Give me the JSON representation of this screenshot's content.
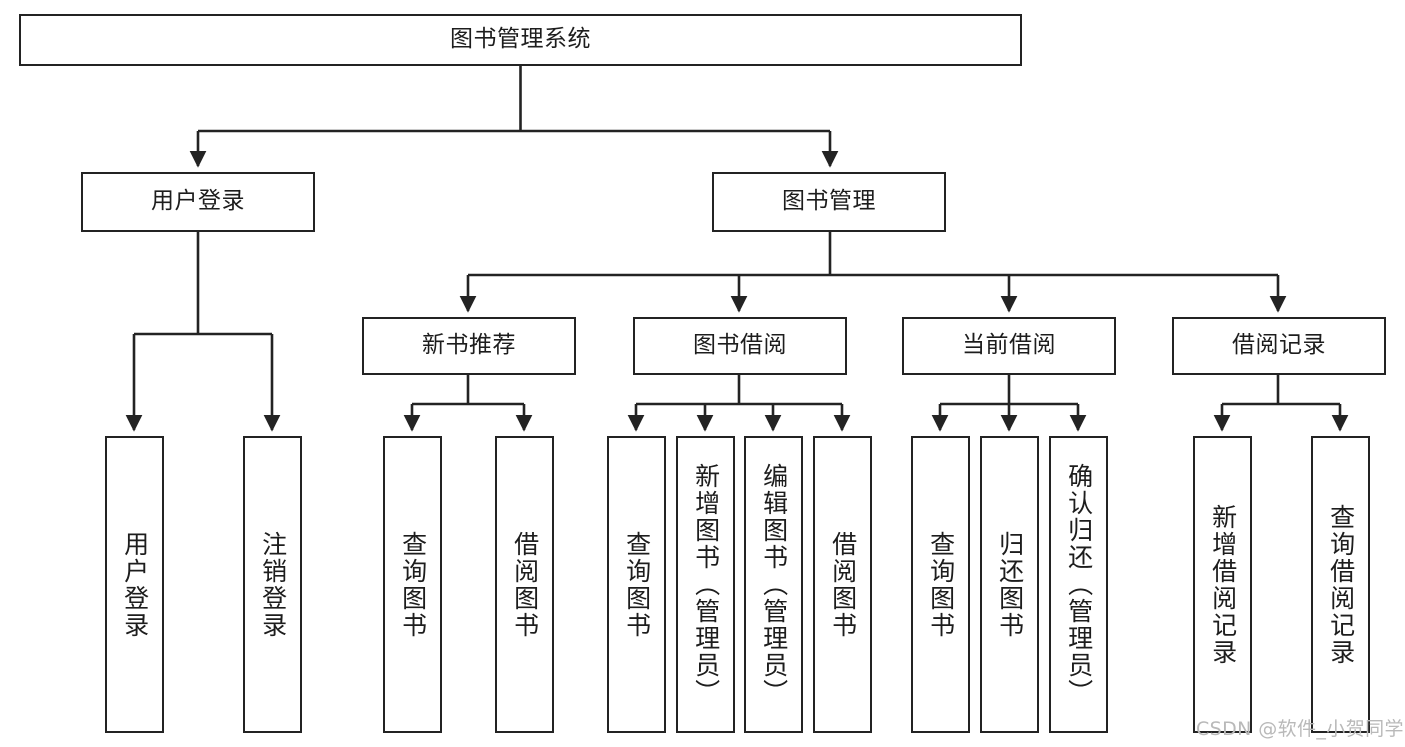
{
  "diagram": {
    "title": "图书管理系统",
    "type": "tree-hierarchy-diagram",
    "root": {
      "id": "root",
      "label": "图书管理系统"
    },
    "level2": [
      {
        "id": "user-login",
        "label": "用户登录"
      },
      {
        "id": "book-manage",
        "label": "图书管理"
      }
    ],
    "level3": [
      {
        "id": "new-book-rec",
        "label": "新书推荐",
        "parent": "book-manage"
      },
      {
        "id": "book-borrow",
        "label": "图书借阅",
        "parent": "book-manage"
      },
      {
        "id": "current-borrow",
        "label": "当前借阅",
        "parent": "book-manage"
      },
      {
        "id": "borrow-record",
        "label": "借阅记录",
        "parent": "book-manage"
      }
    ],
    "leaves": {
      "user_login": [
        {
          "id": "leaf-user-login",
          "label": "用户登录"
        },
        {
          "id": "leaf-user-logout",
          "label": "注销登录"
        }
      ],
      "new_book_rec": [
        {
          "id": "leaf-query-book-1",
          "label": "查询图书"
        },
        {
          "id": "leaf-borrow-book-1",
          "label": "借阅图书"
        }
      ],
      "book_borrow": [
        {
          "id": "leaf-query-book-2",
          "label": "查询图书"
        },
        {
          "id": "leaf-add-book",
          "label": "新增图书（管理员）"
        },
        {
          "id": "leaf-edit-book",
          "label": "编辑图书（管理员）"
        },
        {
          "id": "leaf-borrow-book-2",
          "label": "借阅图书"
        }
      ],
      "current_borrow": [
        {
          "id": "leaf-query-book-3",
          "label": "查询图书"
        },
        {
          "id": "leaf-return-book",
          "label": "归还图书"
        },
        {
          "id": "leaf-confirm-return",
          "label": "确认归还（管理员）"
        }
      ],
      "borrow_record": [
        {
          "id": "leaf-add-record",
          "label": "新增借阅记录"
        },
        {
          "id": "leaf-query-record",
          "label": "查询借阅记录"
        }
      ]
    }
  },
  "watermark": {
    "text": "CSDN @软件_小贺同学"
  },
  "colors": {
    "border": "#232323",
    "background": "#ffffff",
    "text": "#1d1d1d",
    "watermark": "#b9b9b9"
  }
}
